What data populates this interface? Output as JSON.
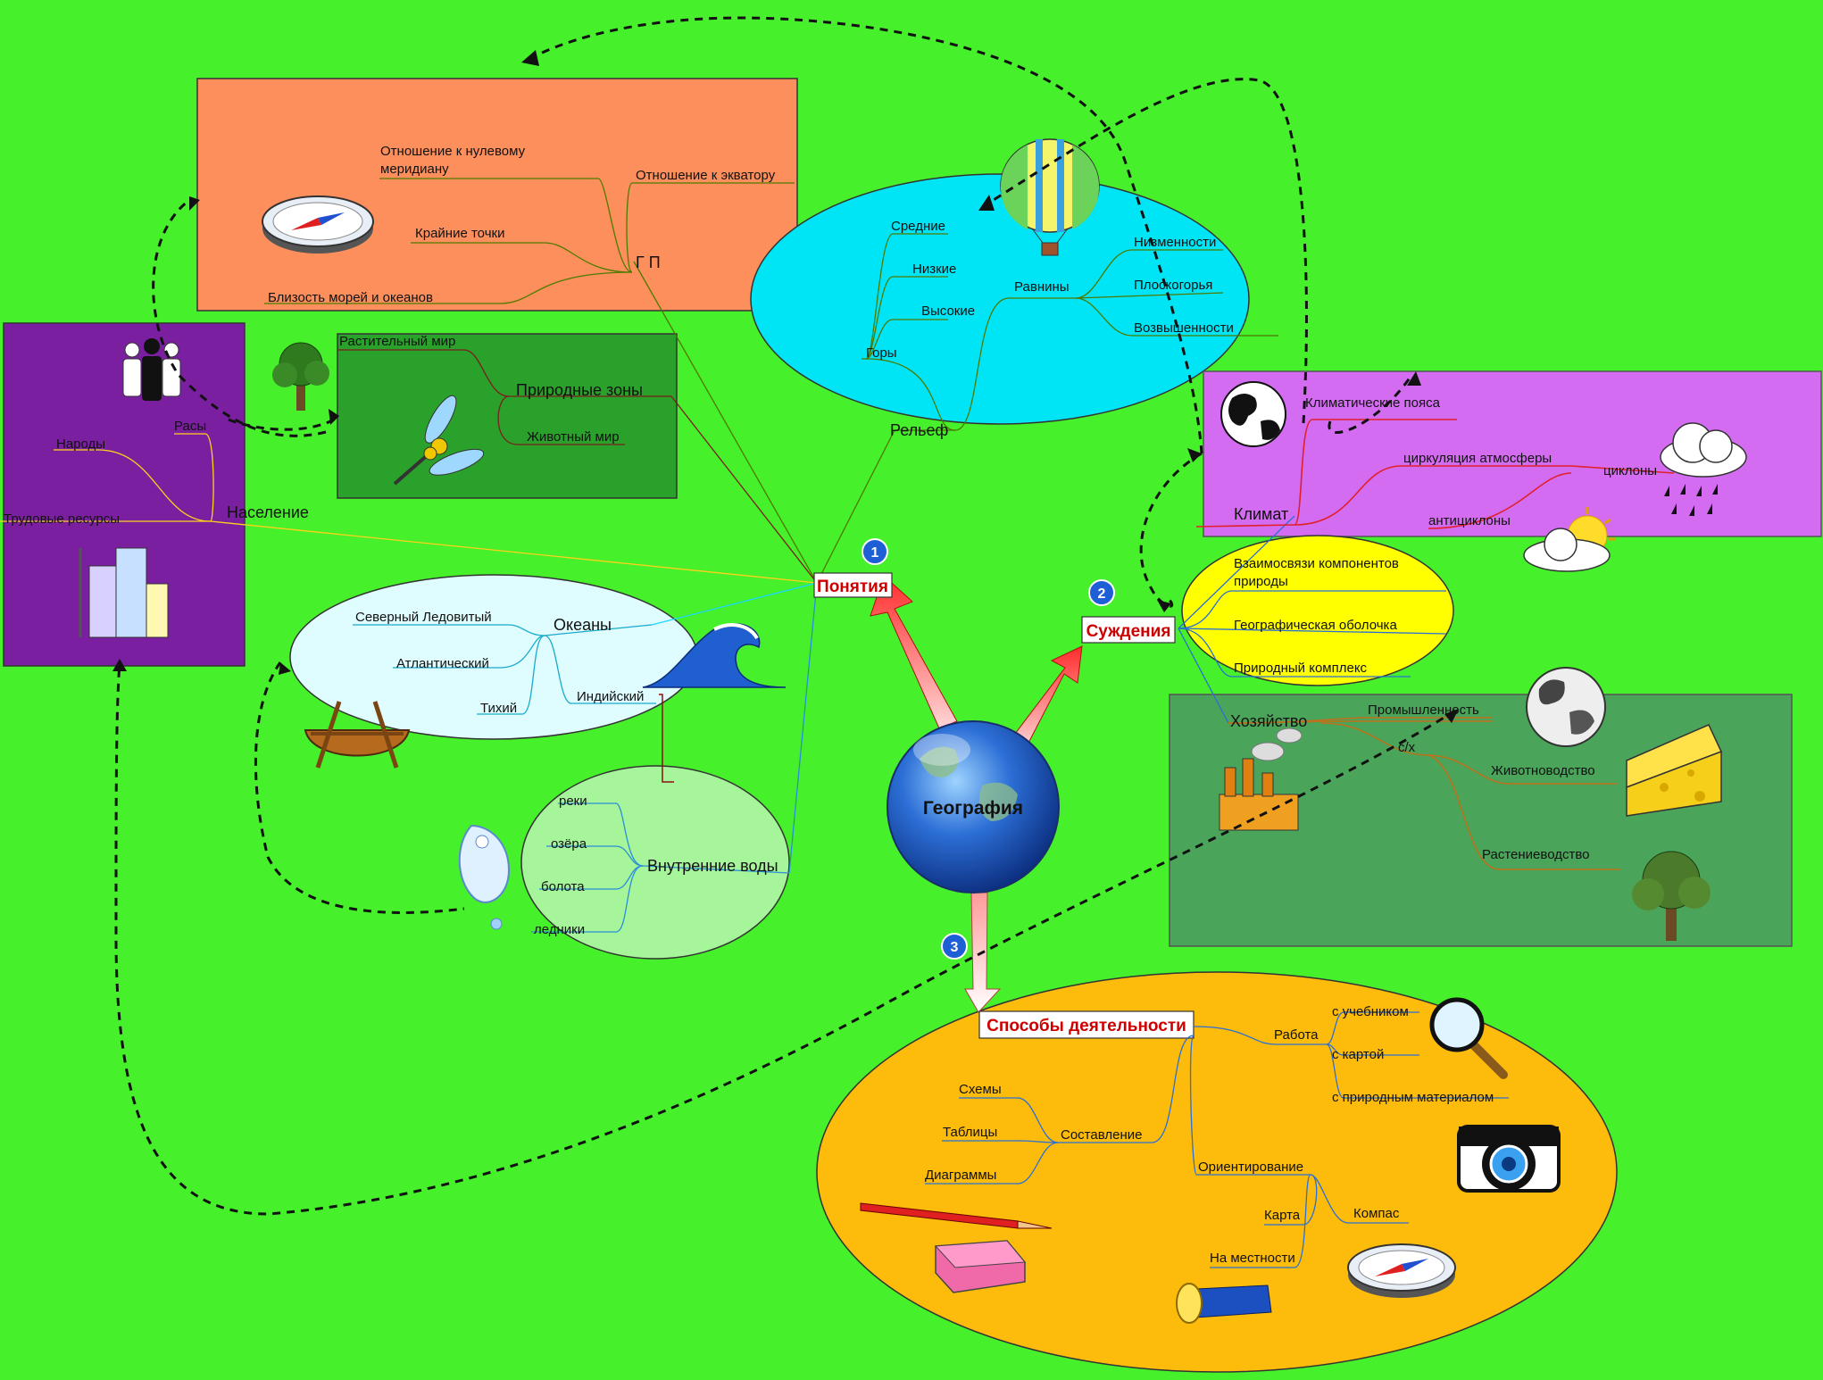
{
  "center": {
    "label": "География"
  },
  "badges": [
    "1",
    "2",
    "3"
  ],
  "concepts": {
    "label": "Понятия",
    "gp": {
      "label": "Г П",
      "items": [
        "Отношение к нулевому",
        "меридиану",
        "Отношение к экватору",
        "Крайние точки",
        "Близость морей и океанов"
      ]
    },
    "zones": {
      "label": "Природные зоны",
      "items": [
        "Растительный мир",
        "Животный мир"
      ]
    },
    "population": {
      "label": "Население",
      "items": [
        "Народы",
        "Расы",
        "Трудовые ресурсы"
      ]
    },
    "relief": {
      "label": "Рельеф",
      "mountains": {
        "label": "Горы",
        "items": [
          "Средние",
          "Низкие",
          "Высокие"
        ]
      },
      "plains": {
        "label": "Равнины",
        "items": [
          "Низменности",
          "Плоскогорья",
          "Возвышенности"
        ]
      }
    },
    "oceans": {
      "label": "Океаны",
      "items": [
        "Северный Ледовитый",
        "Атлантический",
        "Тихий",
        "Индийский"
      ]
    },
    "inland": {
      "label": "Внутренние воды",
      "items": [
        "реки",
        "озёра",
        "болота",
        "ледники"
      ]
    }
  },
  "judgements": {
    "label": "Суждения",
    "climate": {
      "label": "Климат",
      "items": [
        "Климатические пояса",
        "циркуляция атмосферы",
        "циклоны",
        "антициклоны"
      ]
    },
    "nature": {
      "items": [
        "Взаимосвязи компонентов",
        "природы",
        "Географическая оболочка",
        "Природный комплекс"
      ]
    },
    "economy": {
      "label": "Хозяйство",
      "items": [
        "Промышленность",
        "с/х",
        "Животноводство",
        "Растениеводство"
      ]
    }
  },
  "activities": {
    "label": "Способы деятельности",
    "work": {
      "label": "Работа",
      "items": [
        "с учебником",
        "с картой",
        "с природным материалом"
      ]
    },
    "compose": {
      "label": "Составление",
      "items": [
        "Схемы",
        "Таблицы",
        "Диаграммы"
      ]
    },
    "orient": {
      "label": "Ориентирование",
      "items": [
        "Карта",
        "Компас",
        "На местности"
      ]
    }
  },
  "colors": {
    "background": "#46f02a",
    "gp_box": "#fd8f5c",
    "zones_box": "#2aa12a",
    "population_box": "#7a1fa0",
    "relief_ellipse": "#00e5f5",
    "climate_box": "#d36cf0",
    "nature_ellipse": "#ffff00",
    "economy_box": "#4aa45a",
    "oceans_ellipse": "#dffcff",
    "inland_ellipse": "#a6f59a",
    "activities_ellipse": "#fdbb0c",
    "tag_text": "#cc0000"
  },
  "icons": [
    "compass-icon",
    "people-icon",
    "tree-icon",
    "dragonfly-icon",
    "buildings-icon",
    "balloon-icon",
    "globe-icon",
    "cloud-rain-icon",
    "sun-cloud-icon",
    "wave-icon",
    "boat-icon",
    "water-drop-icon",
    "earth-photo-icon",
    "factory-icon",
    "cheese-icon",
    "magnifier-icon",
    "camera-icon",
    "pencil-icon",
    "eraser-icon",
    "flashlight-icon"
  ]
}
